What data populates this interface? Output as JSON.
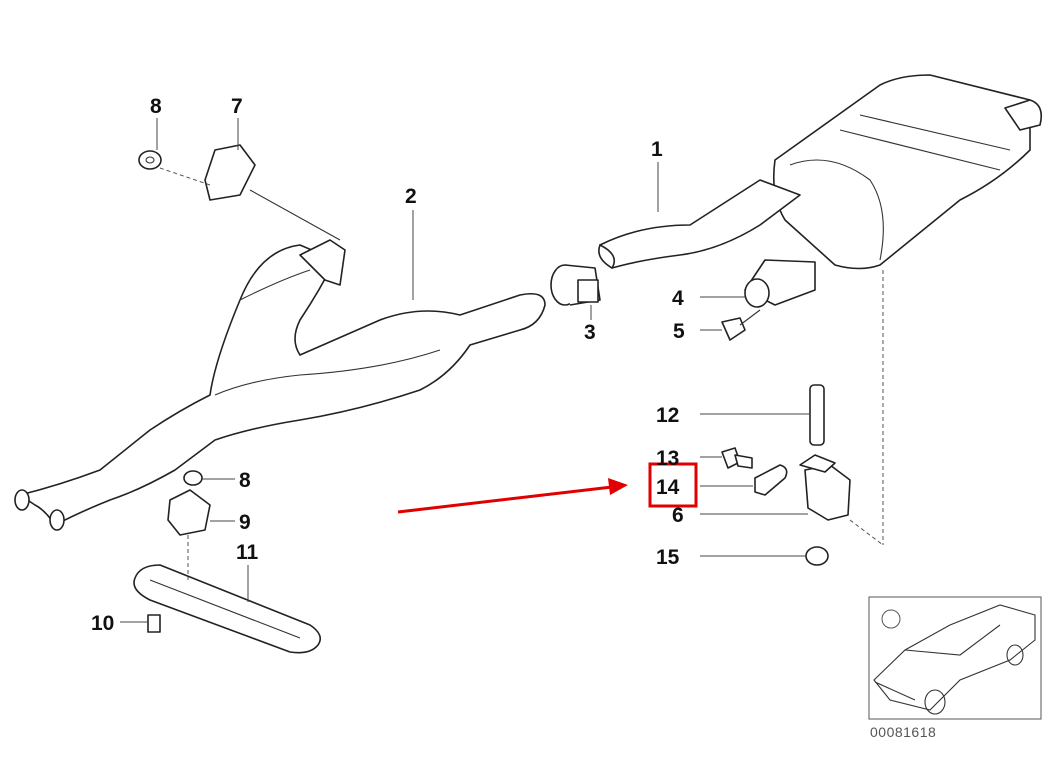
{
  "diagram": {
    "callouts": {
      "p1": "1",
      "p2": "2",
      "p3": "3",
      "p4": "4",
      "p5": "5",
      "p6": "6",
      "p7": "7",
      "p8a": "8",
      "p8b": "8",
      "p9": "9",
      "p10": "10",
      "p11": "11",
      "p12": "12",
      "p13": "13",
      "p14": "14",
      "p15": "15"
    },
    "highlighted_part": "14",
    "inset_caption": "00081618",
    "colors": {
      "highlight": "#e00000",
      "line": "#222222"
    }
  }
}
